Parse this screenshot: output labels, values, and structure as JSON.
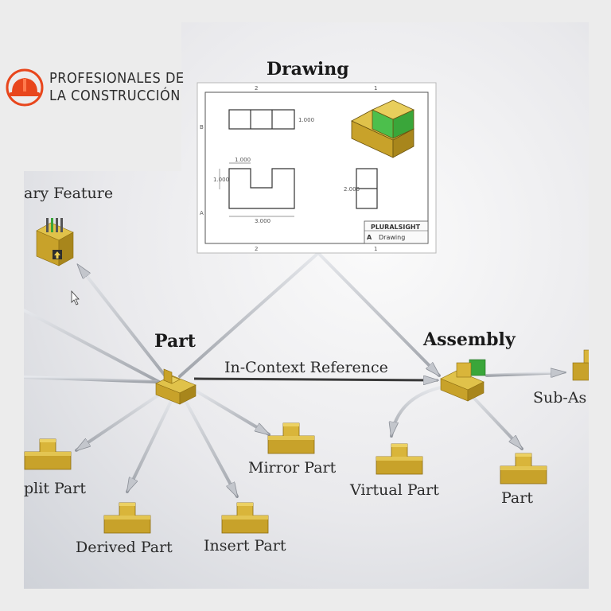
{
  "logo": {
    "line1": "PROFESIONALES DE",
    "line2": "LA CONSTRUCCIÓN",
    "accent_color": "#e8461c",
    "icon": "hard-hat-icon"
  },
  "nodes": {
    "drawing": "Drawing",
    "part": "Part",
    "assembly": "Assembly",
    "library_feature": "ary Feature",
    "split_part": "plit Part",
    "derived_part": "Derived Part",
    "insert_part": "Insert Part",
    "mirror_part": "Mirror Part",
    "virtual_part": "Virtual Part",
    "assembly_part": "Part",
    "sub_assembly": "Sub-As"
  },
  "edges": {
    "in_context": "In-Context Reference"
  },
  "drawing_sheet": {
    "brand": "PLURALSIGHT",
    "sheet_letter": "A",
    "sheet_title": "Drawing",
    "zone_top_left": "2",
    "zone_top_right": "1",
    "zone_row_b": "B",
    "zone_row_a": "A",
    "dim_1": "1.000",
    "dim_2": "1.000",
    "dim_3": "1.000",
    "dim_4": "3.000",
    "dim_5": "2.000"
  },
  "colors": {
    "part_block": "#c8a22a",
    "part_block_dark": "#9c7c18",
    "part_block_light": "#e0c24a",
    "highlight_green": "#3aa63a",
    "arrow": "#b9bcc2"
  }
}
